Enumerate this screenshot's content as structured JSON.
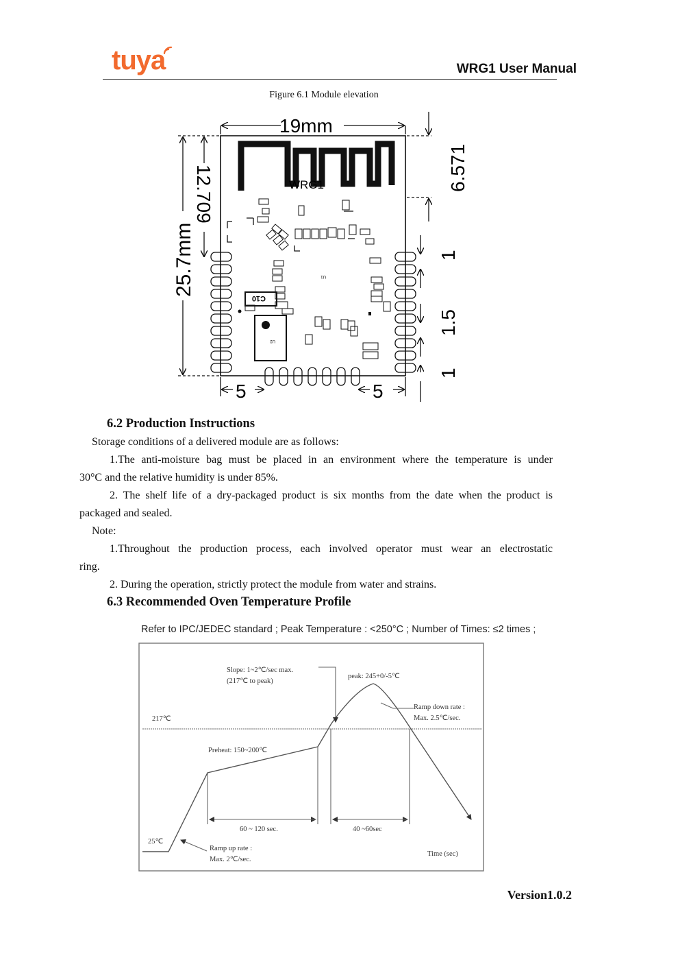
{
  "header": {
    "logo_text": "tuya",
    "doc_title": "WRG1 User Manual"
  },
  "figure_6_1": {
    "caption": "Figure 6.1  Module elevation",
    "dims": {
      "width": "19mm",
      "height": "25.7mm",
      "antenna_height": "12.709",
      "right_top": "6.571",
      "right_1a": "1",
      "right_15": "1.5",
      "right_1b": "1",
      "bottom_left": "5",
      "bottom_right": "5"
    },
    "module_label": "WRG1",
    "components": {
      "c10": "C10",
      "u2": "U2",
      "u1": "U1"
    }
  },
  "section_6_2": {
    "heading": "6.2 Production Instructions",
    "intro": "Storage conditions of a delivered module are as follows:",
    "item1_line1": "1.The anti-moisture bag must be placed in an environment where the temperature is under",
    "item1_line2": "30°C and the relative humidity is under 85%.",
    "item2_line1": "2. The shelf life of a dry-packaged product is six months from the date when the product is",
    "item2_line2": "packaged and sealed.",
    "note_label": "Note:",
    "note1_line1": "1.Throughout the production process, each involved operator must wear an electrostatic",
    "note1_line2": "ring.",
    "note2": "2. During the operation, strictly protect the module from water and strains."
  },
  "section_6_3": {
    "heading": "6.3 Recommended Oven Temperature Profile",
    "profile_title": "Refer to IPC/JEDEC standard ; Peak Temperature : <250°C ; Number of Times:  ≤2 times ;",
    "labels": {
      "slope_1": "Slope: 1~2℃/sec max.",
      "slope_2": "(217℃ to peak)",
      "peak": "peak: 245+0/-5℃",
      "ramp_down_1": "Ramp down rate :",
      "ramp_down_2": "Max. 2.5℃/sec.",
      "t217": "217℃",
      "preheat": "Preheat: 150~200℃",
      "t25": "25℃",
      "ramp_up_1": "Ramp up rate :",
      "ramp_up_2": "Max. 2℃/sec.",
      "dur_preheat": "60 ~ 120 sec.",
      "dur_reflow": "40 ~60sec",
      "time_axis": "Time (sec)"
    }
  },
  "footer": {
    "version": "Version1.0.2"
  }
}
